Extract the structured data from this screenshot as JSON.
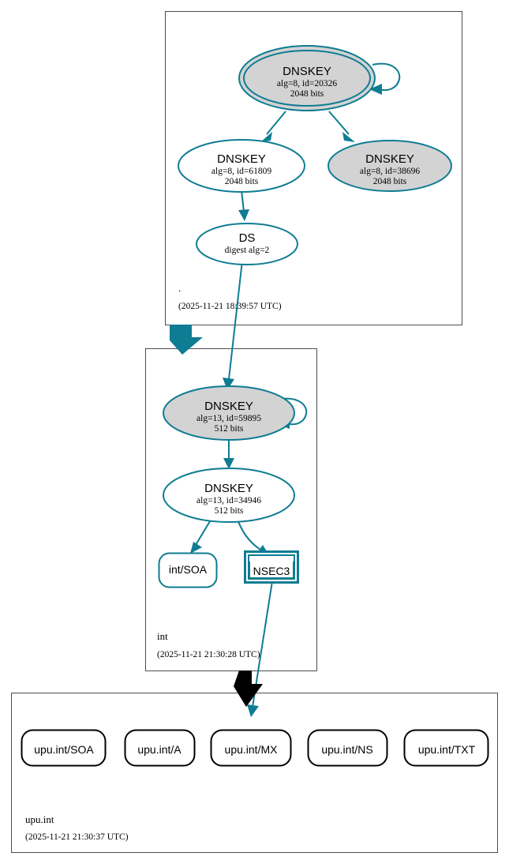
{
  "diagram": {
    "type": "dnssec-authentication-chain",
    "colors": {
      "accent_teal": "#0e7c92",
      "secure_node_fill": "#d3d3d3",
      "plain_node_fill": "#ffffff",
      "zone_border": "#4d4d4d",
      "insecure_edge": "#000000",
      "background": "#ffffff"
    }
  },
  "zones": [
    {
      "id": "root",
      "name": ".",
      "timestamp": "(2025-11-21 18:39:57 UTC)",
      "nodes": [
        {
          "id": "root-ksk",
          "shape": "doubleellipse",
          "fill": "secure",
          "title": "DNSKEY",
          "line2": "alg=8, id=20326",
          "line3": "2048 bits"
        },
        {
          "id": "root-zsk-61809",
          "shape": "ellipse",
          "fill": "plain",
          "title": "DNSKEY",
          "line2": "alg=8, id=61809",
          "line3": "2048 bits"
        },
        {
          "id": "root-zsk-38696",
          "shape": "ellipse",
          "fill": "secure",
          "title": "DNSKEY",
          "line2": "alg=8, id=38696",
          "line3": "2048 bits"
        },
        {
          "id": "root-ds",
          "shape": "ellipse",
          "fill": "plain",
          "title": "DS",
          "line2": "digest alg=2",
          "line3": ""
        }
      ]
    },
    {
      "id": "int",
      "name": "int",
      "timestamp": "(2025-11-21 21:30:28 UTC)",
      "nodes": [
        {
          "id": "int-ksk",
          "shape": "ellipse",
          "fill": "secure",
          "title": "DNSKEY",
          "line2": "alg=13, id=59895",
          "line3": "512 bits"
        },
        {
          "id": "int-zsk",
          "shape": "ellipse",
          "fill": "plain",
          "title": "DNSKEY",
          "line2": "alg=13, id=34946",
          "line3": "512 bits"
        },
        {
          "id": "int-soa",
          "shape": "roundrect-teal",
          "label": "int/SOA"
        },
        {
          "id": "int-nsec3",
          "shape": "doublerect-teal",
          "label": "NSEC3"
        }
      ]
    },
    {
      "id": "upu-int",
      "name": "upu.int",
      "timestamp": "(2025-11-21 21:30:37 UTC)",
      "nodes": [
        {
          "id": "upu-soa",
          "shape": "roundrect-black",
          "label": "upu.int/SOA"
        },
        {
          "id": "upu-a",
          "shape": "roundrect-black",
          "label": "upu.int/A"
        },
        {
          "id": "upu-mx",
          "shape": "roundrect-black",
          "label": "upu.int/MX"
        },
        {
          "id": "upu-ns",
          "shape": "roundrect-black",
          "label": "upu.int/NS"
        },
        {
          "id": "upu-txt",
          "shape": "roundrect-black",
          "label": "upu.int/TXT"
        }
      ]
    }
  ],
  "edges": [
    {
      "from": "root-ksk",
      "to": "root-ksk",
      "style": "self-loop",
      "color": "teal"
    },
    {
      "from": "root-ksk",
      "to": "root-zsk-61809",
      "style": "arrow",
      "color": "teal"
    },
    {
      "from": "root-ksk",
      "to": "root-zsk-38696",
      "style": "arrow",
      "color": "teal"
    },
    {
      "from": "root-zsk-61809",
      "to": "root-ds",
      "style": "arrow",
      "color": "teal"
    },
    {
      "from": "root-ds",
      "to": "int-ksk",
      "style": "arrow",
      "color": "teal"
    },
    {
      "from": "root",
      "to": "int",
      "style": "thick-zone-arrow",
      "color": "teal"
    },
    {
      "from": "int-ksk",
      "to": "int-ksk",
      "style": "self-loop",
      "color": "teal"
    },
    {
      "from": "int-ksk",
      "to": "int-zsk",
      "style": "arrow",
      "color": "teal"
    },
    {
      "from": "int-zsk",
      "to": "int-soa",
      "style": "arrow",
      "color": "teal"
    },
    {
      "from": "int-zsk",
      "to": "int-nsec3",
      "style": "arrow",
      "color": "teal"
    },
    {
      "from": "int-nsec3",
      "to": "upu-int",
      "style": "arrow",
      "color": "teal"
    },
    {
      "from": "int",
      "to": "upu-int",
      "style": "thick-zone-arrow",
      "color": "black"
    }
  ]
}
